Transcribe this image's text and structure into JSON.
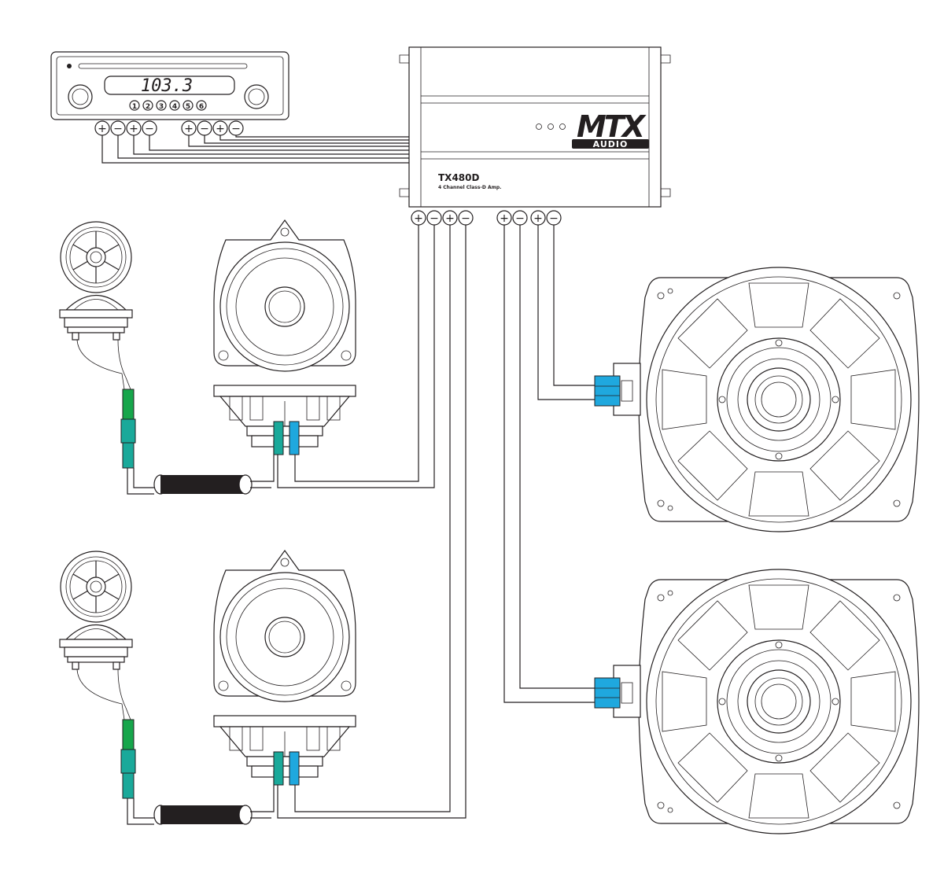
{
  "head_unit": {
    "display": "103.3",
    "presets": [
      "1",
      "2",
      "3",
      "4",
      "5",
      "6"
    ],
    "terminals": [
      "+",
      "−",
      "+",
      "−",
      "+",
      "−",
      "+",
      "−"
    ]
  },
  "amplifier": {
    "brand_top": "MTX",
    "brand_bottom": "AUDIO",
    "model": "TX480D",
    "description": "4 Channel Class-D Amp.",
    "terminals": [
      "+",
      "−",
      "+",
      "−",
      "+",
      "−",
      "+",
      "−"
    ]
  },
  "colors": {
    "connector_blue": "#1fa8de",
    "connector_green": "#16a64b",
    "connector_teal": "#1aa99a",
    "wire": "#231f20",
    "filter_black": "#231f20"
  },
  "icons": {
    "plus": "plus-terminal-icon",
    "minus": "minus-terminal-icon"
  }
}
